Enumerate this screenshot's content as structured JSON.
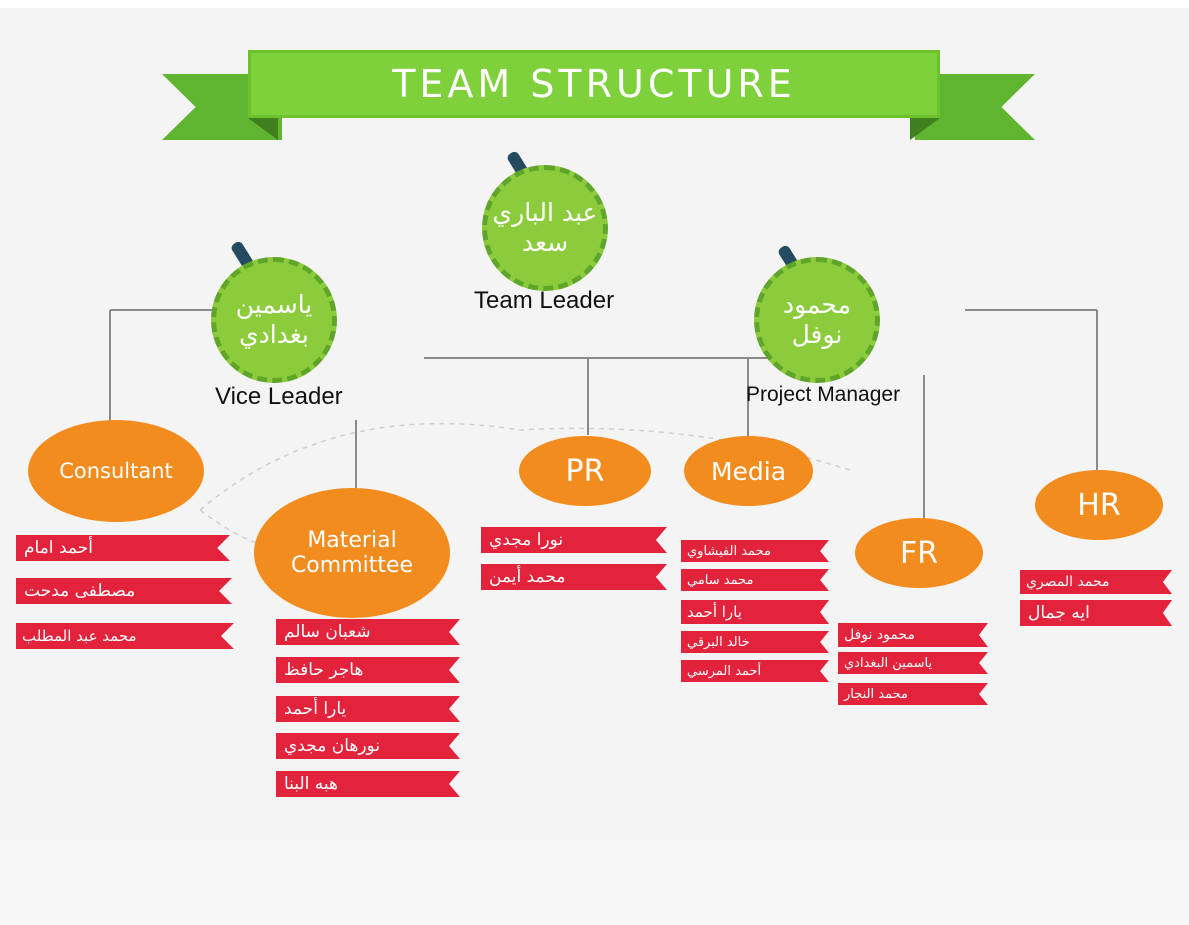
{
  "title": "TEAM STRUCTURE",
  "team_leader": {
    "name": "عبد الباري سعد",
    "role": "Team Leader"
  },
  "vice_leader": {
    "name": "ياسمين بغدادي",
    "role": "Vice Leader"
  },
  "project_manager": {
    "name": "محمود نوفل",
    "role": "Project Manager"
  },
  "departments": {
    "consultant": {
      "label": "Consultant",
      "members": [
        "أحمد امام",
        "مصطفى مدحت",
        "محمد عبد المطلب"
      ]
    },
    "material": {
      "label": "Material Committee",
      "members": [
        "شعبان سالم",
        "هاجر حافظ",
        "يارا أحمد",
        "نورهان مجدي",
        "هبه البنا"
      ]
    },
    "pr": {
      "label": "PR",
      "members": [
        "نورا مجدي",
        "محمد أيمن"
      ]
    },
    "media": {
      "label": "Media",
      "members": [
        "محمد الفيشاوي",
        "محمد سامي",
        "يارا أحمد",
        "خالد البرقي",
        "أحمد المرسي"
      ]
    },
    "fr": {
      "label": "FR",
      "members": [
        "محمود نوفل",
        "ياسمين البغدادي",
        "محمد النجار"
      ]
    },
    "hr": {
      "label": "HR",
      "members": [
        "محمد المصري",
        "ايه جمال"
      ]
    }
  },
  "colors": {
    "ribbon": "#7fd13b",
    "leader_circle": "#8ccc3c",
    "department_circle": "#f28c1e",
    "name_tag": "#e3233b",
    "connector": "#8a8a8a"
  }
}
